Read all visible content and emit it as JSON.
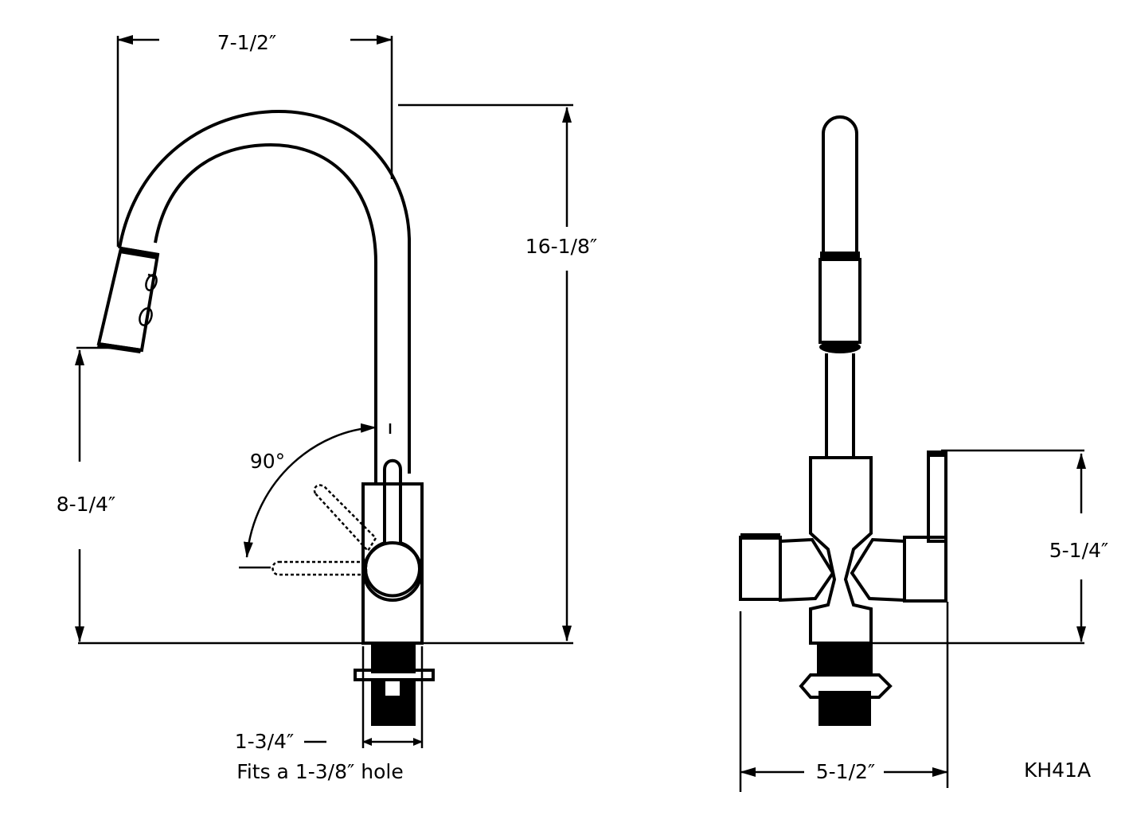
{
  "dimensions": {
    "spout_reach": "7-1/2″",
    "overall_height": "16-1/8″",
    "spout_height": "8-1/4″",
    "handle_rotation": "90°",
    "base_diameter": "1-3/4″",
    "hole_note": "Fits a 1-3/8″ hole",
    "body_height": "5-1/4″",
    "overall_width": "5-1/2″"
  },
  "model": "KH41A"
}
